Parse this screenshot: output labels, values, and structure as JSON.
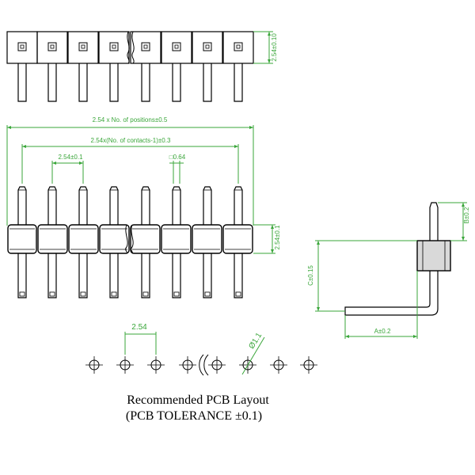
{
  "dimensions": {
    "top_height": "2.54±0.10",
    "overall_length": "2.54 x No. of positions±0.5",
    "contact_span": "2.54x(No. of contacts-1)±0.3",
    "pitch": "2.54±0.1",
    "pin_square": "□0.64",
    "body_height": "2.54±0.1",
    "side_b": "B±0.2",
    "side_c": "C±0.15",
    "side_a": "A±0.2",
    "pcb_pitch": "2.54",
    "hole_dia": "Ø1.1"
  },
  "caption": {
    "line1": "Recommended PCB Layout",
    "line2": "(PCB TOLERANCE ±0.1)"
  },
  "colors": {
    "line": "#000000",
    "dimension": "#3aa63a",
    "body_gray": "#d9d9d9"
  }
}
